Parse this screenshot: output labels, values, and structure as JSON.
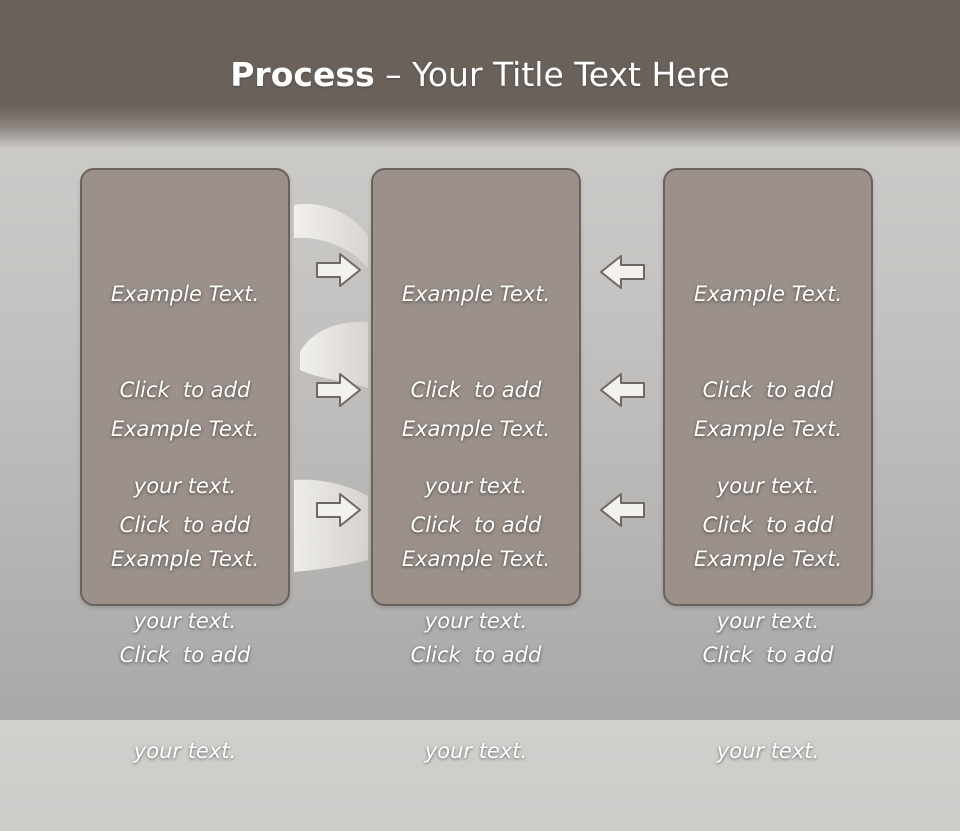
{
  "slide": {
    "title_bold": "Process",
    "title_rest": " – Your Title Text Here",
    "background_icon": "paper-figure-graphic"
  },
  "columns": [
    {
      "id": "left",
      "blocks": [
        {
          "line1": "Example Text.",
          "line2": "Click  to add",
          "line3": "your text."
        },
        {
          "line1": "Example Text.",
          "line2": "Click  to add",
          "line3": "your text."
        },
        {
          "line1": "Example Text.",
          "line2": "Click  to add",
          "line3": "your text."
        }
      ]
    },
    {
      "id": "middle",
      "blocks": [
        {
          "line1": "Example Text.",
          "line2": "Click  to add",
          "line3": "your text."
        },
        {
          "line1": "Example Text.",
          "line2": "Click  to add",
          "line3": "your text."
        },
        {
          "line1": "Example Text.",
          "line2": "Click  to add",
          "line3": "your text."
        }
      ]
    },
    {
      "id": "right",
      "blocks": [
        {
          "line1": "Example Text.",
          "line2": "Click  to add",
          "line3": "your text."
        },
        {
          "line1": "Example Text.",
          "line2": "Click  to add",
          "line3": "your text."
        },
        {
          "line1": "Example Text.",
          "line2": "Click  to add",
          "line3": "your text."
        }
      ]
    }
  ],
  "arrows": {
    "left_icon": "arrow-right-outline-icon",
    "right_icon": "arrow-left-outline-icon"
  },
  "colors": {
    "header": "#6a615b",
    "panel_fill": "#9b918a",
    "panel_border": "#6c625c",
    "text": "#ffffff"
  }
}
